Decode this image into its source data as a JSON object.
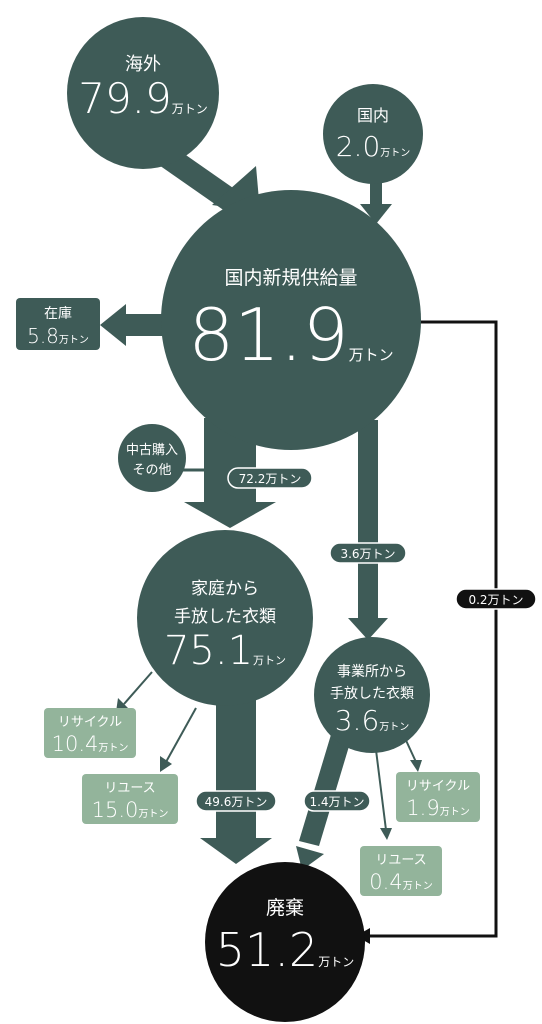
{
  "unit": "万トン",
  "colors": {
    "node": "#3e5b57",
    "node_green": "#93b49b",
    "waste": "#111111",
    "line": "#111111",
    "text": "#ffffff"
  },
  "nodes": {
    "overseas": {
      "label": "海外",
      "value": "79.9"
    },
    "domestic": {
      "label": "国内",
      "value": "2.0"
    },
    "supply": {
      "label": "国内新規供給量",
      "value": "81.9"
    },
    "stock": {
      "label": "在庫",
      "value": "5.8"
    },
    "used": {
      "label1": "中古購入",
      "label2": "その他"
    },
    "household": {
      "label1": "家庭から",
      "label2": "手放した衣類",
      "value": "75.1"
    },
    "business": {
      "label1": "事業所から",
      "label2": "手放した衣類",
      "value": "3.6"
    },
    "hh_recycle": {
      "label": "リサイクル",
      "value": "10.4"
    },
    "hh_reuse": {
      "label": "リユース",
      "value": "15.0"
    },
    "biz_recycle": {
      "label": "リサイクル",
      "value": "1.9"
    },
    "biz_reuse": {
      "label": "リユース",
      "value": "0.4"
    },
    "waste": {
      "label": "廃棄",
      "value": "51.2"
    }
  },
  "flows": {
    "to_household": "72.2万トン",
    "to_business": "3.6万トン",
    "to_waste_direct": "0.2万トン",
    "household_waste": "49.6万トン",
    "business_waste": "1.4万トン"
  }
}
